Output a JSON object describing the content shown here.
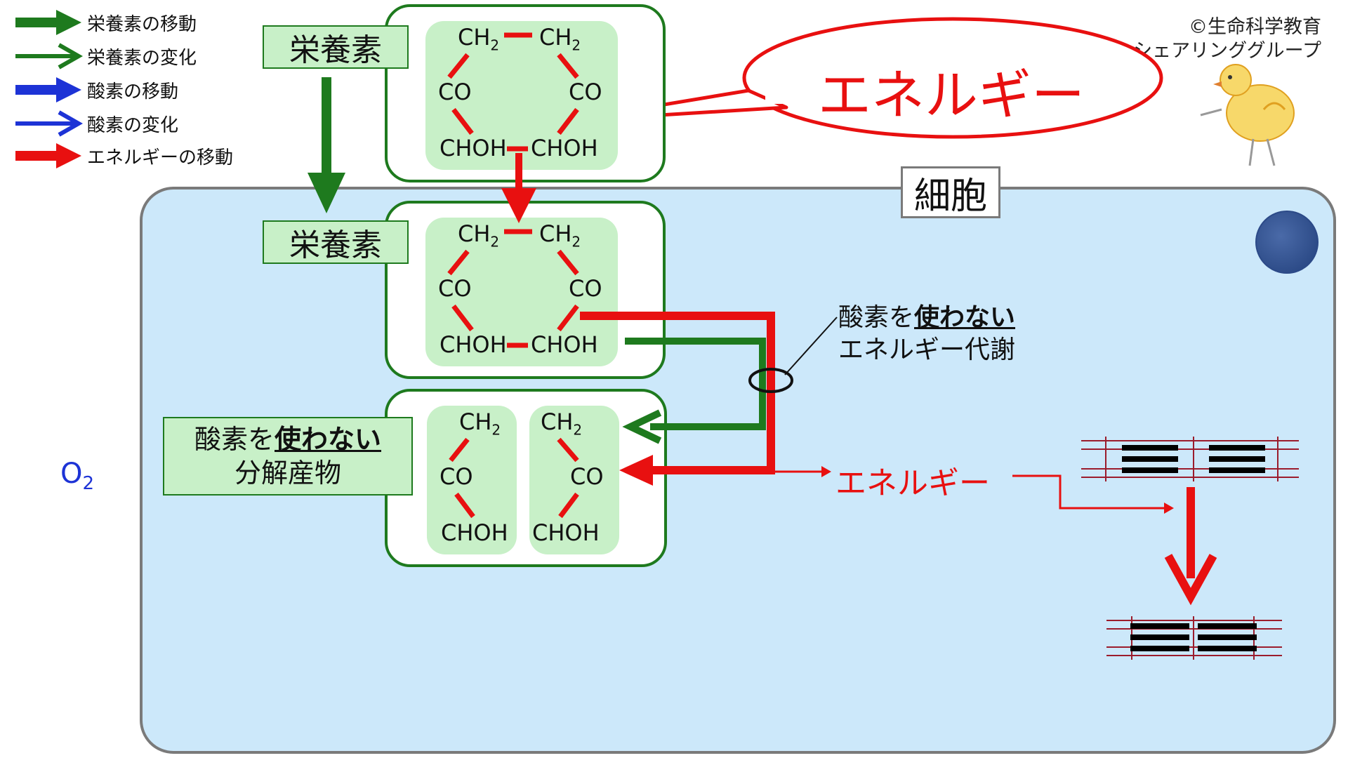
{
  "legend": [
    {
      "label": "栄養素の移動",
      "color": "#1e7a1e",
      "style": "bold-arrow"
    },
    {
      "label": "栄養素の変化",
      "color": "#1e7a1e",
      "style": "outline-arrow"
    },
    {
      "label": "酸素の移動",
      "color": "#1d33d6",
      "style": "bold-arrow"
    },
    {
      "label": "酸素の変化",
      "color": "#1d33d6",
      "style": "outline-arrow"
    },
    {
      "label": "エネルギーの移動",
      "color": "#e81010",
      "style": "bold-arrow"
    }
  ],
  "copyright": {
    "line1": "©生命科学教育",
    "line2": "シェアリンググループ"
  },
  "callout": {
    "text": "エネルギー"
  },
  "cell_label": "細胞",
  "nutrient_label_top": "栄養素",
  "nutrient_label_mid": "栄養素",
  "molecule": {
    "ch2": "CH",
    "sub2": "2",
    "co": "CO",
    "choh": "CHOH"
  },
  "decomposition": {
    "prefix": "酸素を",
    "emph": "使わない",
    "line2": "分解産物"
  },
  "annotation": {
    "prefix": "酸素を",
    "emph": "使わない",
    "line2": "エネルギー代謝"
  },
  "energy_label": "エネルギー",
  "oxygen": {
    "symbol": "O",
    "sub": "2"
  },
  "colors": {
    "nutrient": "#1e7a1e",
    "oxygen": "#1d33d6",
    "energy": "#e81010",
    "cell": "#cce8fa"
  }
}
